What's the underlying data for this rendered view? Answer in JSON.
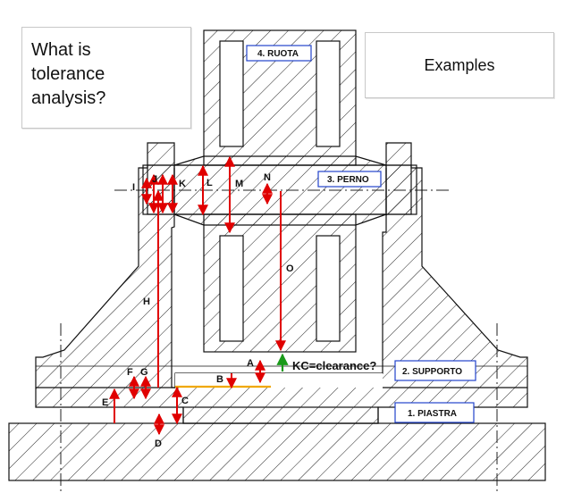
{
  "callouts": {
    "question": "What is\ntolerance\nanalysis?",
    "examples": "Examples"
  },
  "parts": {
    "ruota": "4. RUOTA",
    "perno": "3. PERNO",
    "supporto": "2. SUPPORTO",
    "piastra": "1. PIASTRA"
  },
  "dimensions": {
    "A": "A",
    "B": "B",
    "C": "C",
    "D": "D",
    "E": "E",
    "F": "F",
    "G": "G",
    "H": "H",
    "I": "I",
    "J": "J",
    "K": "K",
    "L": "L",
    "M": "M",
    "N": "N",
    "O": "O"
  },
  "key_characteristic": "KC=clearance?",
  "colors": {
    "dimension": "#e00000",
    "key_characteristic": "#1a9a1a",
    "reference_line": "#f0a800",
    "label_border": "#2244cc",
    "outline": "#111111"
  }
}
